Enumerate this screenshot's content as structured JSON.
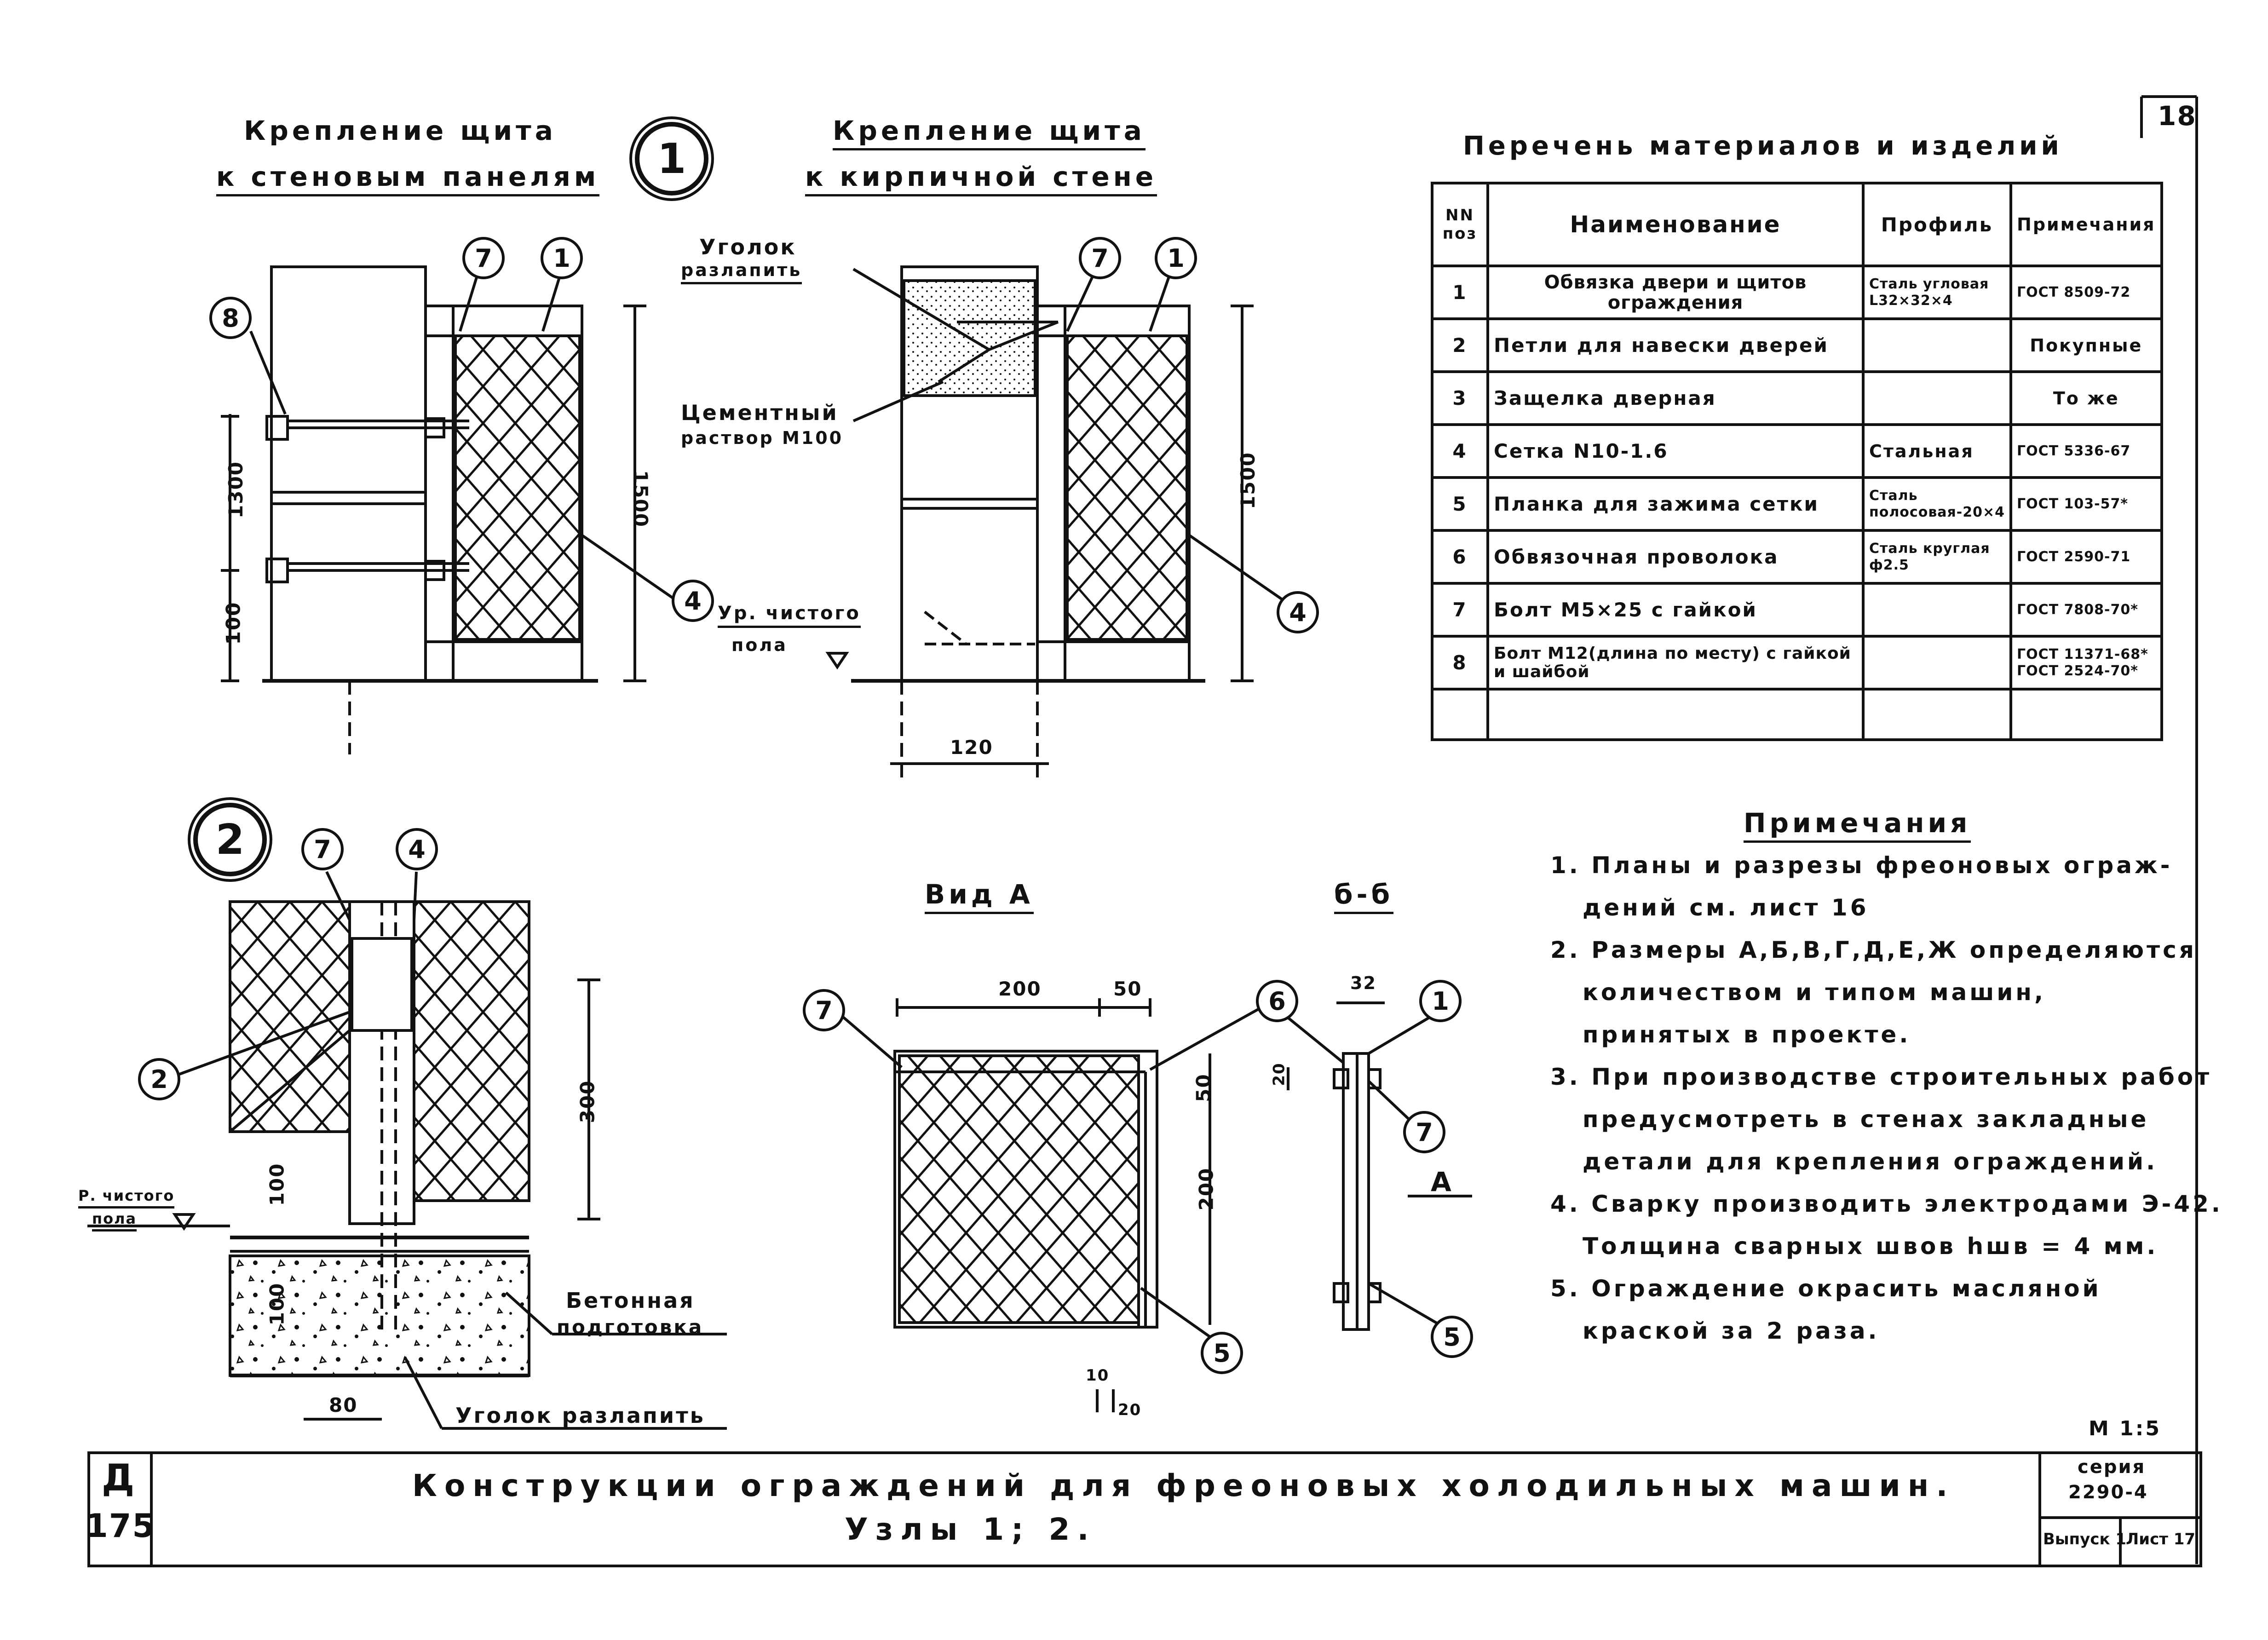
{
  "sheet_number": "18",
  "detail1": {
    "mark": "1",
    "left_title_line1": "Крепление щита",
    "left_title_line2": "к стеновым панелям",
    "right_title_line1": "Крепление щита",
    "right_title_line2": "к кирпичной стене",
    "label_corner": "Уголок",
    "label_corner2": "разлапить",
    "label_cement": "Цементный",
    "label_cement2": "раствор М100",
    "label_floor": "Ур. чистого",
    "label_floor2": "пола",
    "dims": {
      "d1300": "1300",
      "d100": "100",
      "d1500a": "1500",
      "d1500b": "1500",
      "d120": "120"
    },
    "callouts": {
      "c7a": "7",
      "c1a": "1",
      "c8": "8",
      "c4a": "4",
      "c7b": "7",
      "c1b": "1",
      "c4b": "4"
    }
  },
  "detail2": {
    "mark": "2",
    "label_floor": "Р. чистого",
    "label_floor2": "пола",
    "label_concrete": "Бетонная",
    "label_concrete2": "подготовка",
    "label_corner": "Уголок разлапить",
    "dims": {
      "d300": "300",
      "d100a": "100",
      "d100b": "100",
      "d80": "80"
    },
    "callouts": {
      "c7": "7",
      "c4": "4",
      "c2": "2"
    }
  },
  "view_a": {
    "title": "Вид А",
    "dims": {
      "d200": "200",
      "d50": "50",
      "d50v": "50",
      "d200v": "200",
      "d10": "10",
      "d20": "20"
    },
    "callouts": {
      "c7": "7",
      "c5": "5"
    }
  },
  "section_bb": {
    "title": "б-б",
    "arrow_label": "А",
    "dims": {
      "d32": "32",
      "d20": "20"
    },
    "callouts": {
      "c6": "6",
      "c1": "1",
      "c7": "7",
      "c5": "5"
    }
  },
  "materials": {
    "title": "Перечень материалов и изделий",
    "headers": {
      "pos": "NN поз",
      "name": "Наименование",
      "profile": "Профиль",
      "note": "Примечания"
    },
    "rows": [
      {
        "pos": "1",
        "name": "Обвязка двери и щитов ограждения",
        "profile": "Сталь угловая L32×32×4",
        "note": "ГОСТ 8509-72"
      },
      {
        "pos": "2",
        "name": "Петли для навески дверей",
        "profile": "",
        "note": "Покупные"
      },
      {
        "pos": "3",
        "name": "Защелка дверная",
        "profile": "",
        "note": "То же"
      },
      {
        "pos": "4",
        "name": "Сетка N10-1.6",
        "profile": "Стальная",
        "note": "ГОСТ 5336-67"
      },
      {
        "pos": "5",
        "name": "Планка для зажима сетки",
        "profile": "Сталь полосовая-20×4",
        "note": "ГОСТ 103-57*"
      },
      {
        "pos": "6",
        "name": "Обвязочная проволока",
        "profile": "Сталь круглая ф2.5",
        "note": "ГОСТ 2590-71"
      },
      {
        "pos": "7",
        "name": "Болт М5×25 с гайкой",
        "profile": "",
        "note": "ГОСТ 7808-70*"
      },
      {
        "pos": "8",
        "name": "Болт М12(длина по месту) с гайкой и шайбой",
        "profile": "",
        "note": "ГОСТ 11371-68* ГОСТ 2524-70*"
      }
    ]
  },
  "notes": {
    "title": "Примечания",
    "lines": [
      "1. Планы и разрезы фреоновых ограж-",
      "дений см. лист 16",
      "2. Размеры А,Б,В,Г,Д,Е,Ж определяются",
      "количеством и типом машин,",
      "принятых в проекте.",
      "3. При производстве строительных работ",
      "предусмотреть в стенах закладные",
      "детали для крепления ограждений.",
      "4. Сварку производить электродами Э-42.",
      "Толщина сварных швов hшв = 4 мм.",
      "5. Ограждение окрасить масляной",
      "краской за 2 раза."
    ]
  },
  "title_block": {
    "scale": "М 1:5",
    "letter": "Д",
    "number": "175",
    "title_line1": "Конструкции ограждений для фреоновых холодильных машин.",
    "title_line2": "Узлы 1; 2.",
    "series_label": "серия",
    "series": "2290-4",
    "issue": "Выпуск 1",
    "sheet": "Лист 17"
  }
}
